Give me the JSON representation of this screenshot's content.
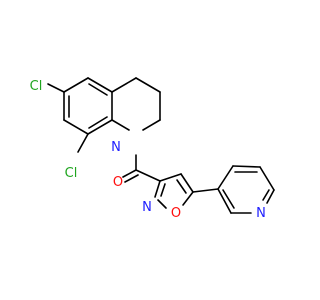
{
  "molecule": {
    "colors": {
      "background": "#ffffff",
      "bond": "#000000",
      "chlorine": "#1fa51f",
      "nitrogen": "#2020ff",
      "oxygen": "#ff0d0d"
    },
    "atom_labels": {
      "cl_top": "Cl",
      "cl_bottom": "Cl",
      "n_ring": "N",
      "o_carbonyl": "O",
      "n_isoxazole": "N",
      "o_isoxazole": "O",
      "n_pyridine": "N"
    }
  }
}
